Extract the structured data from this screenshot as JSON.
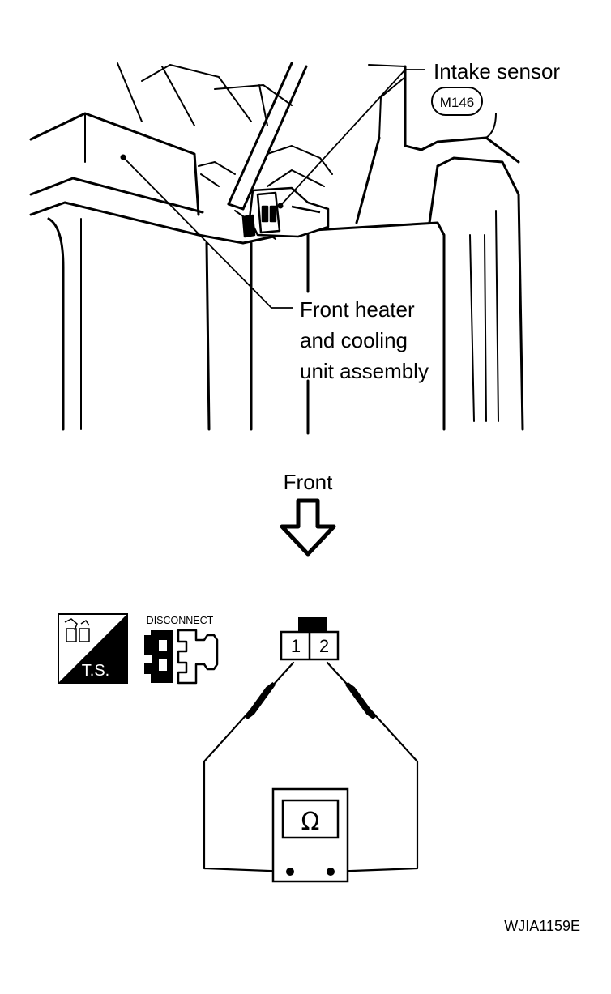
{
  "diagram": {
    "callouts": {
      "intake_sensor": "Intake sensor",
      "connector_code": "M146",
      "heater_unit_line1": "Front heater",
      "heater_unit_line2": "and cooling",
      "heater_unit_line3": "unit assembly"
    },
    "direction": {
      "label": "Front"
    },
    "icons": {
      "ts_badge": "T.S.",
      "disconnect_label": "DISCONNECT"
    },
    "harness_connector": {
      "terminal_1": "1",
      "terminal_2": "2"
    },
    "ohmmeter": {
      "symbol": "Ω"
    },
    "figure_id": "WJIA1159E"
  }
}
